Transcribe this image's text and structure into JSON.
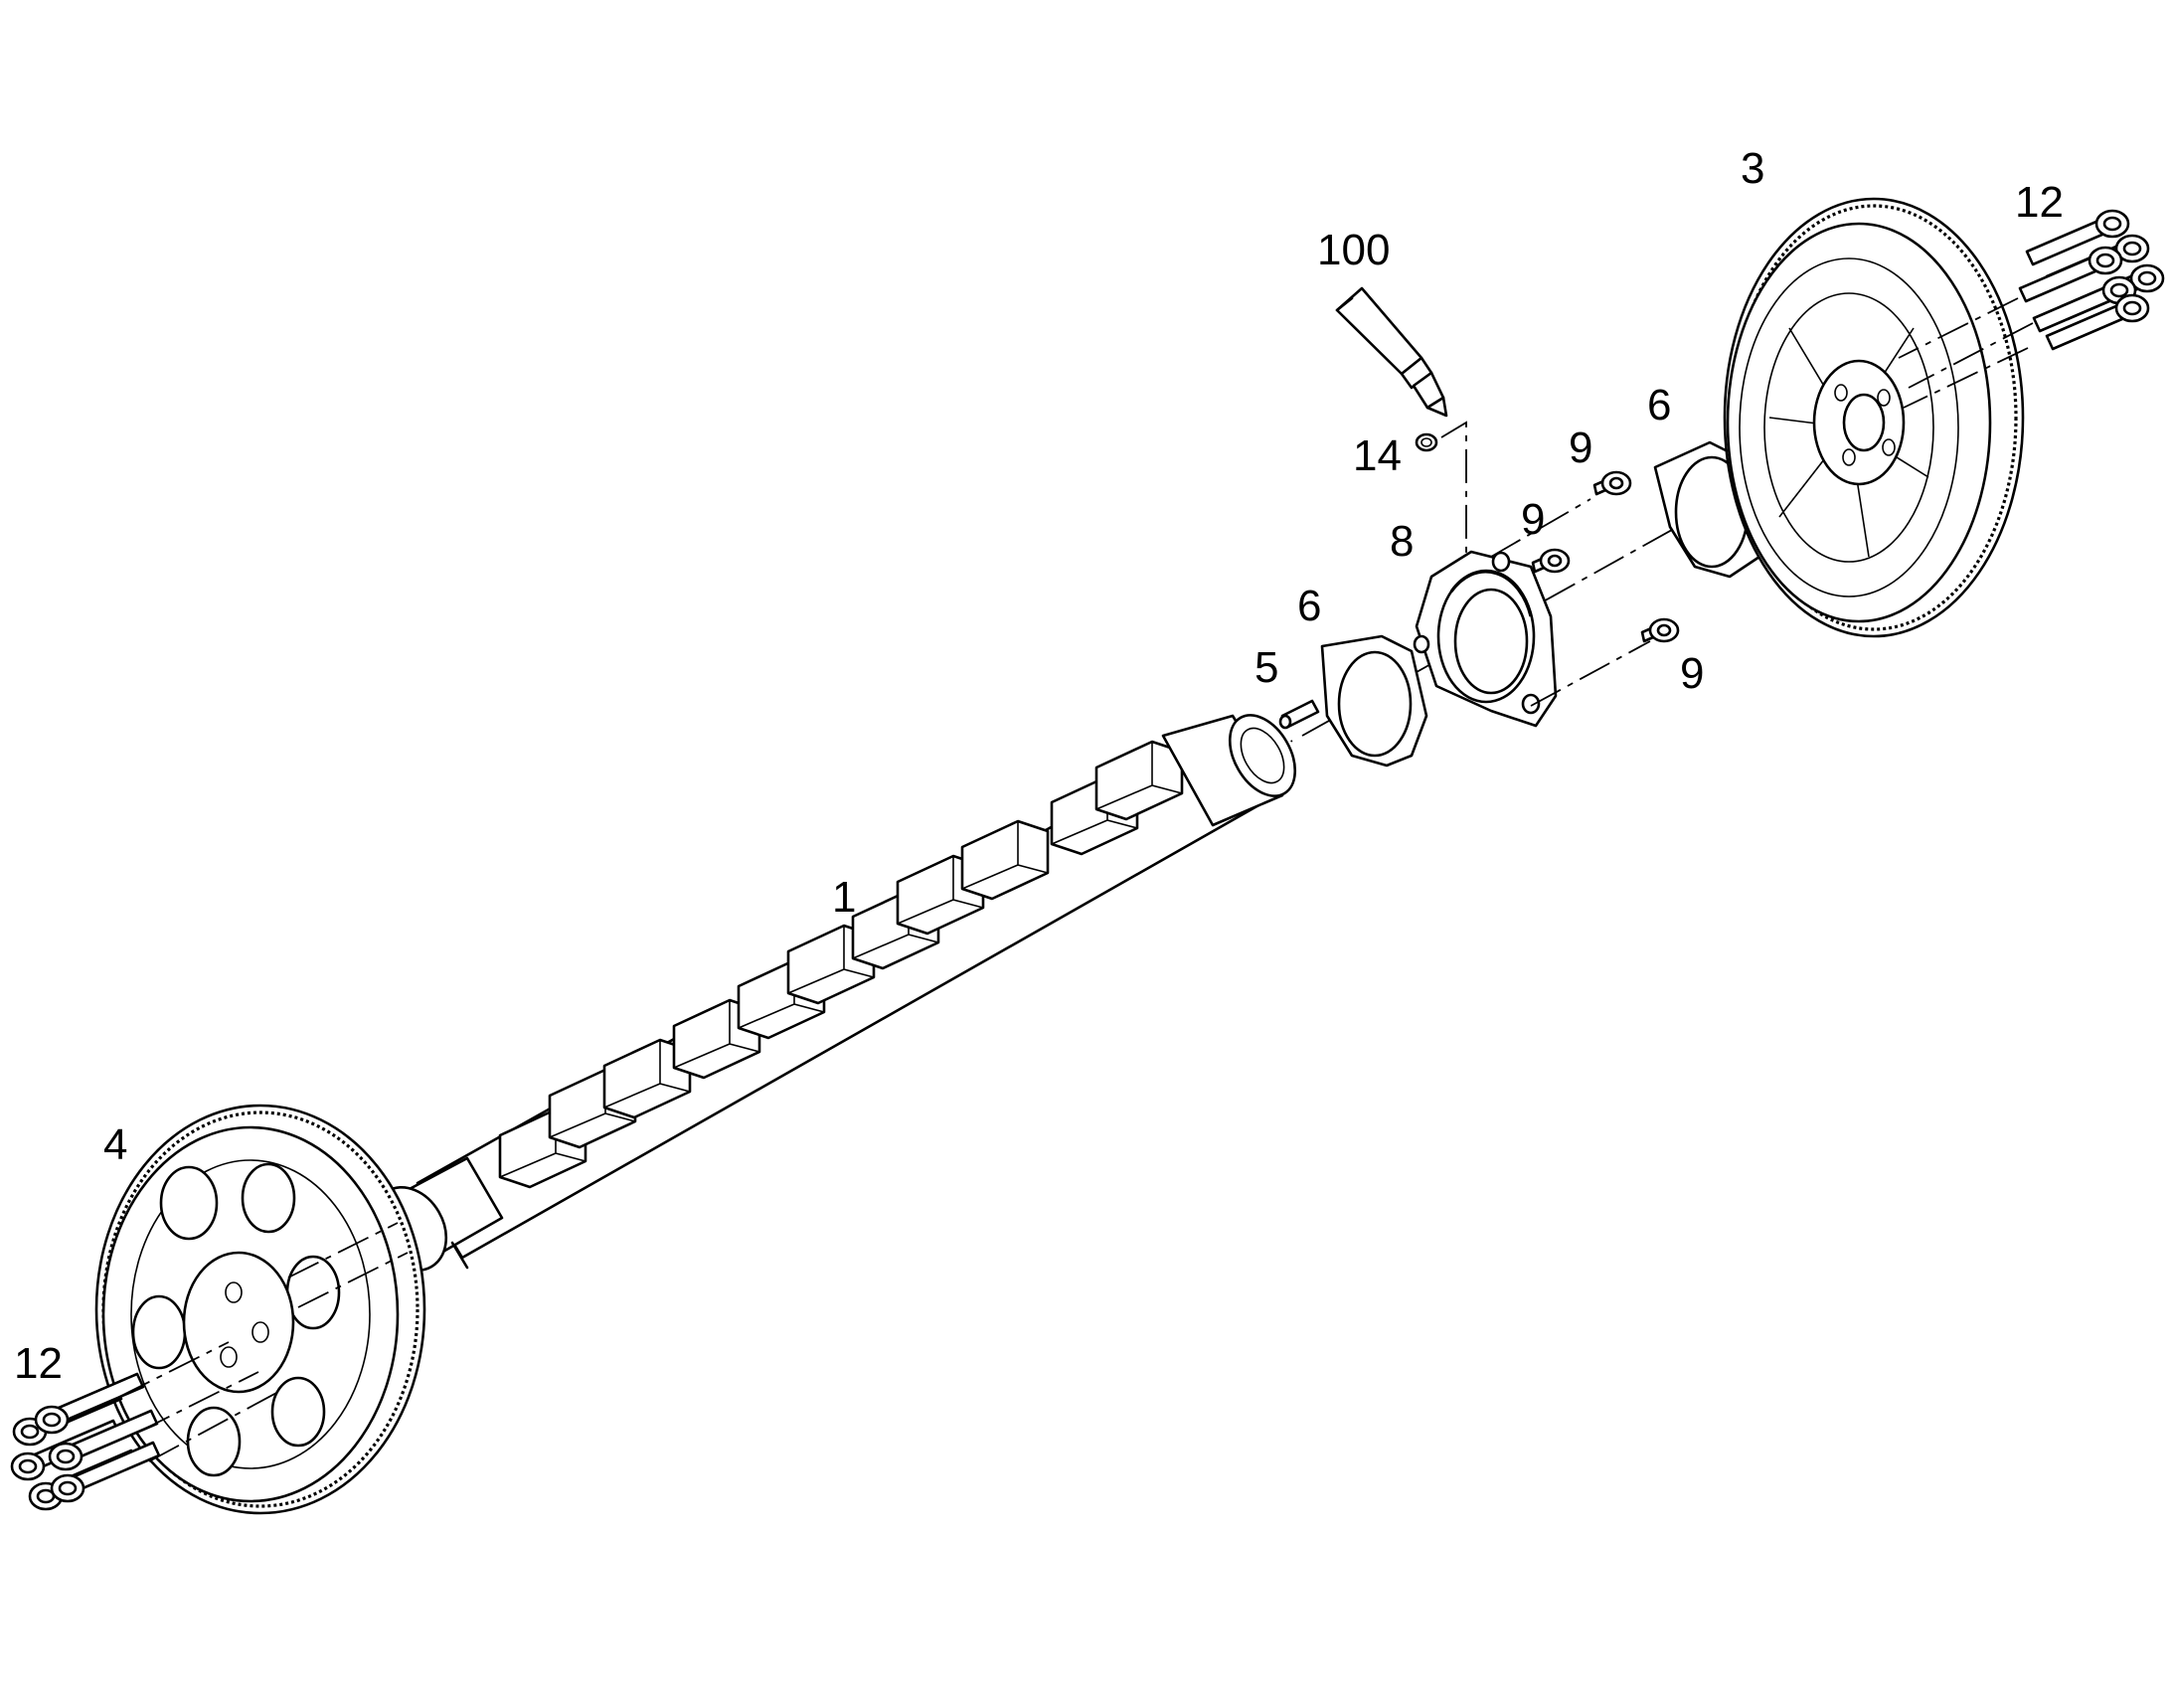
{
  "diagram": {
    "callouts": {
      "shaft": "1",
      "gear_rear": "3",
      "gear_front": "4",
      "pin": "5",
      "washer_left": "6",
      "washer_right": "6",
      "bearing_housing": "8",
      "screw_top": "9",
      "screw_mid": "9",
      "screw_bottom": "9",
      "bolts_rear": "12",
      "bolts_front": "12",
      "o_ring": "14",
      "sealant_tube": "100"
    },
    "stroke_color": "#000000",
    "background_color": "#ffffff"
  }
}
